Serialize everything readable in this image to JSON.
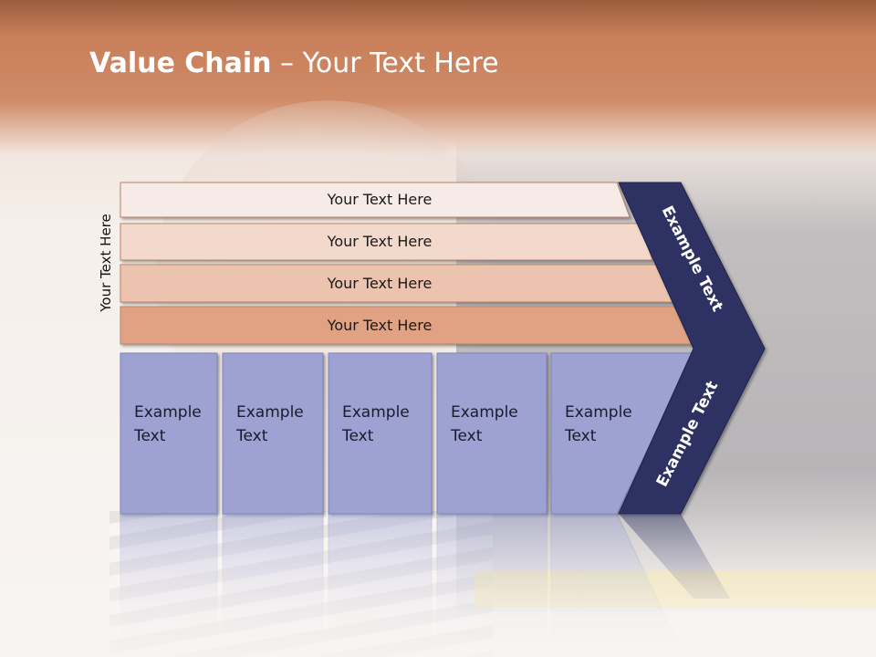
{
  "slide": {
    "title_bold": "Value Chain",
    "title_rest": " – Your Text Here",
    "side_label": "Your Text Here",
    "rows": [
      {
        "label": "Your Text Here",
        "color": "#f6ebe6"
      },
      {
        "label": "Your Text Here",
        "color": "#f3d8cc"
      },
      {
        "label": "Your Text Here",
        "color": "#ecc3ae"
      },
      {
        "label": "Your Text Here",
        "color": "#e0a283"
      }
    ],
    "columns": [
      {
        "line1": "Example",
        "line2": "Text"
      },
      {
        "line1": "Example",
        "line2": "Text"
      },
      {
        "line1": "Example",
        "line2": "Text"
      },
      {
        "line1": "Example",
        "line2": "Text"
      },
      {
        "line1": "Example",
        "line2": "Text"
      }
    ],
    "arrow_top_label": "Example Text",
    "arrow_bottom_label": "Example Text",
    "colors": {
      "column_fill": "#9ea2d2",
      "arrow_fill": "#2e3262",
      "header_top": "#9a5d3e",
      "header_mid": "#cf8a66"
    }
  }
}
